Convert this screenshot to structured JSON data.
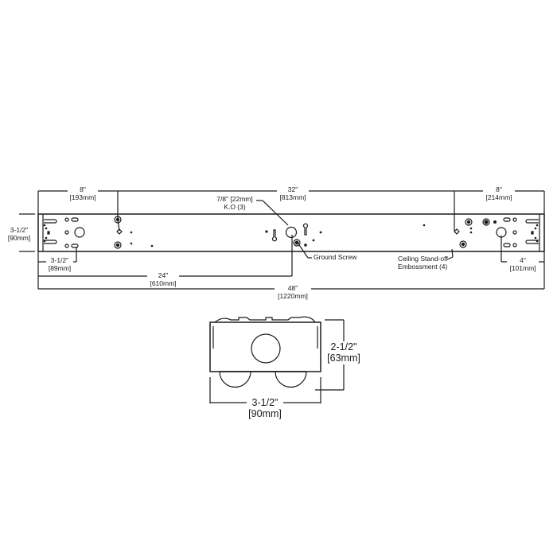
{
  "top_view": {
    "dims": {
      "left_8": {
        "imperial": "8\"",
        "metric": "[193mm]"
      },
      "overall_32": {
        "imperial": "32\"",
        "metric": "[813mm]"
      },
      "right_8": {
        "imperial": "8\"",
        "metric": "[214mm]"
      },
      "height": {
        "imperial": "3-1/2\"",
        "metric": "[90mm]"
      },
      "left_inner": {
        "imperial": "3-1/2\"",
        "metric": "[89mm]"
      },
      "dim_24": {
        "imperial": "24\"",
        "metric": "[610mm]"
      },
      "dim_48": {
        "imperial": "48\"",
        "metric": "[1220mm]"
      },
      "right_4": {
        "imperial": "4\"",
        "metric": "[101mm]"
      }
    },
    "callouts": {
      "knockout": {
        "line1": "7/8\" [22mm]",
        "line2": "K.O (3)"
      },
      "ground_screw": "Ground Screw",
      "standoff": {
        "line1": "Ceiling Stand-off",
        "line2": "Embossment (4)"
      }
    }
  },
  "end_view": {
    "dims": {
      "height": {
        "imperial": "2-1/2\"",
        "metric": "[63mm]"
      },
      "width": {
        "imperial": "3-1/2\"",
        "metric": "[90mm]"
      }
    }
  },
  "colors": {
    "line": "#1a1a1a",
    "background": "#ffffff"
  }
}
